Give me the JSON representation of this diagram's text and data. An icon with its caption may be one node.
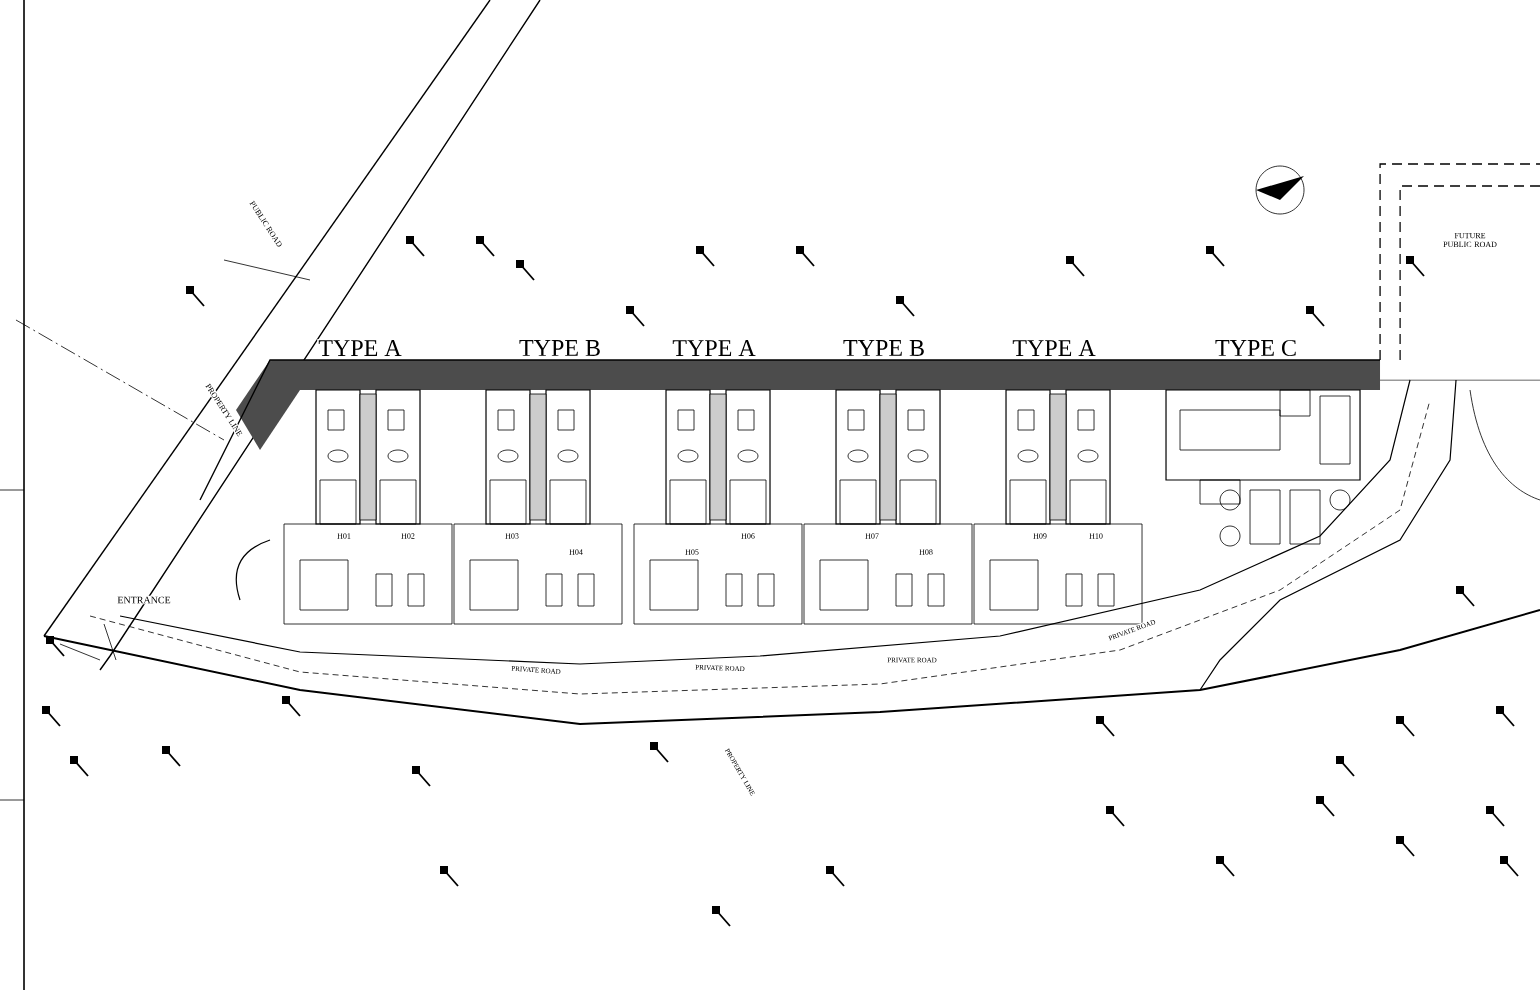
{
  "diagram": {
    "labels": [
      "PUBLIC ROAD",
      "PROPERTY LINE",
      "FUTURE PUBLIC ROAD",
      "TYPE A",
      "TYPE B",
      "TYPE A",
      "TYPE B",
      "TYPE A",
      "TYPE C",
      "H01",
      "H02",
      "H03",
      "H04",
      "H05",
      "H06",
      "H07",
      "H08",
      "H09",
      "H10",
      "ENTRANCE",
      "PRIVATE ROAD",
      "PRIVATE ROAD",
      "PRIVATE ROAD",
      "PRIVATE ROAD",
      "PROPERTY LINE"
    ]
  }
}
